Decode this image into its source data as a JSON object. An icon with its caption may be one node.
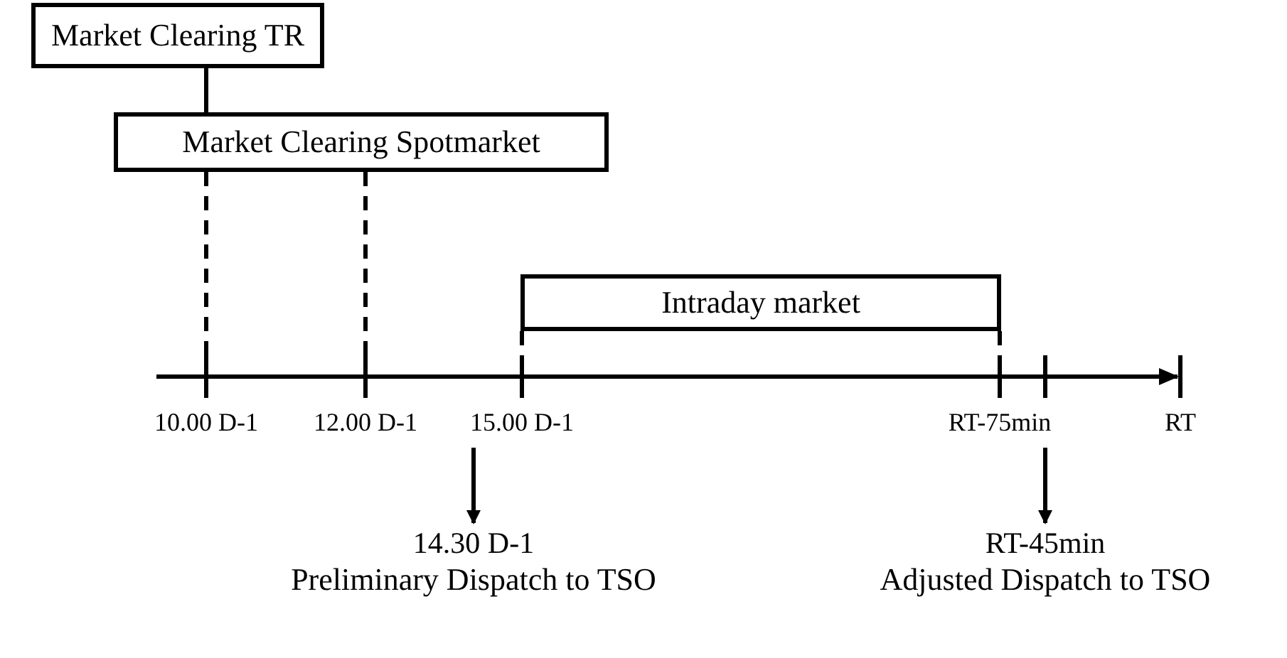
{
  "diagram": {
    "nodes": [
      {
        "text": [
          "Market Clearing TR"
        ]
      },
      {
        "text": [
          "Market Clearing Spotmarket"
        ]
      },
      {
        "text": [
          "Intraday market"
        ]
      },
      {
        "text": [
          "14.30 D-1",
          "Preliminary Dispatch to TSO"
        ]
      },
      {
        "text": [
          "RT-45min",
          "Adjusted Dispatch to TSO"
        ]
      }
    ],
    "edges": [
      {
        "from": 0,
        "to": 1,
        "arrow": "none"
      },
      {
        "from": 1,
        "to": null,
        "arrow": "none",
        "style": "dashed"
      },
      {
        "from": 1,
        "to": null,
        "arrow": "none",
        "style": "dashed"
      },
      {
        "from": 2,
        "to": null,
        "arrow": "none",
        "style": "dashed"
      },
      {
        "from": 2,
        "to": null,
        "arrow": "none",
        "style": "dashed"
      },
      {
        "from": null,
        "to": 3,
        "arrow": "to"
      },
      {
        "from": null,
        "to": 4,
        "arrow": "to"
      }
    ],
    "labels": [
      "10.00 D-1",
      "12.00 D-1",
      "15.00 D-1",
      "RT-75min",
      "RT"
    ]
  }
}
